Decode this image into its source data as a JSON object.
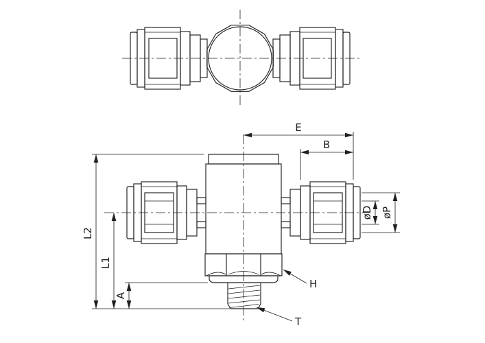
{
  "colors": {
    "ink": "#1f1f1f",
    "background": "#ffffff"
  },
  "dims": {
    "E": "E",
    "B": "B",
    "D": "øD",
    "P": "øP",
    "L2": "L2",
    "L1": "L1",
    "A": "A",
    "H": "H",
    "T": "T"
  }
}
